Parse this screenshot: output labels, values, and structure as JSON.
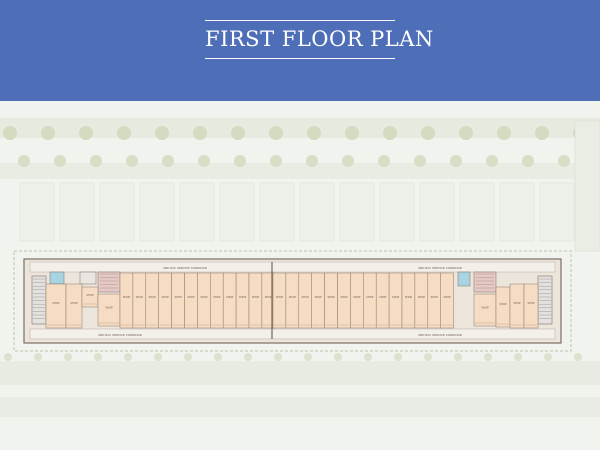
{
  "header": {
    "title": "FIRST FLOOR PLAN",
    "background_color": "#4e6fb8",
    "text_color": "#ffffff"
  },
  "plan": {
    "building_color": "#f6dcc3",
    "corridor_label_north_left": "2ND BAY SERVICE CORRIDOR",
    "corridor_label_north_right": "2ND BAY SERVICE CORRIDOR",
    "corridor_label_south_left": "2ND BAY SERVICE CORRIDOR",
    "corridor_label_south_right": "2ND BAY SERVICE CORRIDOR",
    "shop_label": "SHOP"
  }
}
